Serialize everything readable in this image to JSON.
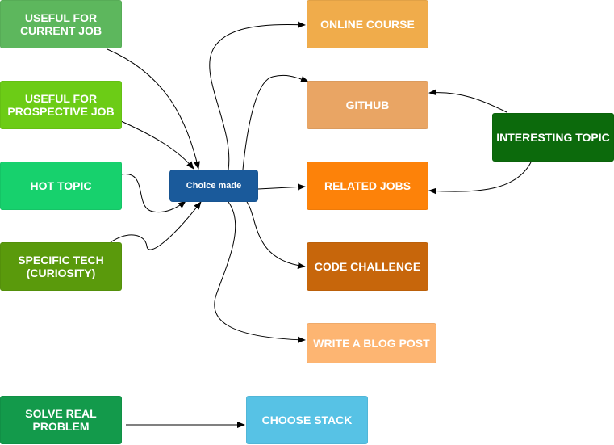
{
  "diagram": {
    "center": {
      "label": "Choice made",
      "color": "#1a5a9b"
    },
    "inputs": [
      {
        "label": "USEFUL FOR\nCURRENT JOB",
        "color": "#5db75d"
      },
      {
        "label": "USEFUL FOR\nPROSPECTIVE JOB",
        "color": "#6ccc16"
      },
      {
        "label": "HOT TOPIC",
        "color": "#17d16d"
      },
      {
        "label": "SPECIFIC TECH\n(CURIOSITY)",
        "color": "#5a9a0c"
      }
    ],
    "outputs": [
      {
        "label": "ONLINE COURSE",
        "color": "#f0ac4b"
      },
      {
        "label": "GITHUB",
        "color": "#e9a564"
      },
      {
        "label": "RELATED JOBS",
        "color": "#fd8209"
      },
      {
        "label": "CODE CHALLENGE",
        "color": "#c7660b"
      },
      {
        "label": "WRITE A BLOG POST",
        "color": "#fdb572"
      }
    ],
    "side": {
      "label": "INTERESTING TOPIC",
      "color": "#0c6a0c"
    },
    "bottom": {
      "source": {
        "label": "SOLVE REAL\nPROBLEM",
        "color": "#139a4b"
      },
      "target": {
        "label": "CHOOSE STACK",
        "color": "#57c2e5"
      }
    },
    "edge_color": "#000000"
  }
}
